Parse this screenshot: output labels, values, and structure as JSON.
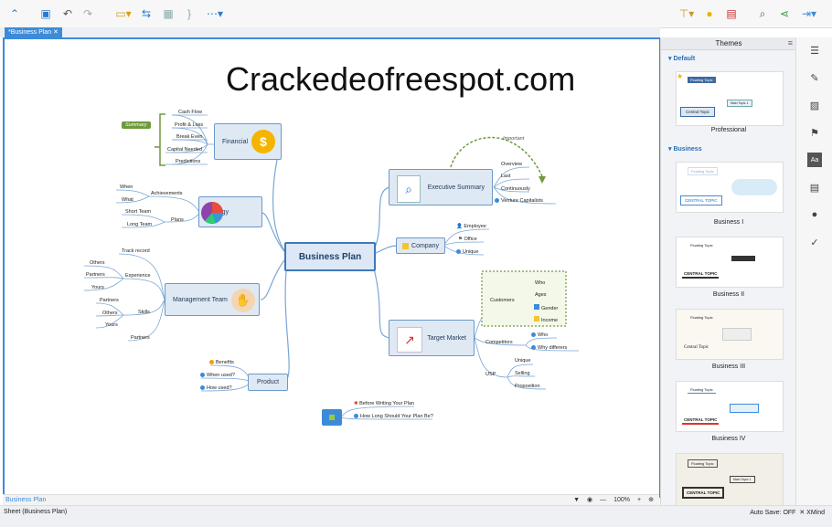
{
  "toolbar": {
    "icons": [
      "logo-icon",
      "save-icon",
      "undo-icon",
      "redo-icon",
      "insert-topic-icon",
      "relationship-icon",
      "image-icon",
      "summary-icon",
      "more-icon",
      "layout-icon",
      "idea-icon",
      "present-icon",
      "search-icon",
      "share-icon",
      "export-icon"
    ]
  },
  "tab": {
    "label": "*Business Plan"
  },
  "watermark": "Crackedeofreespot.com",
  "map": {
    "central": "Business Plan",
    "financial": {
      "label": "Financial",
      "items": [
        "Cash Flow",
        "Profit & Loss",
        "Break Even",
        "Capital Needed",
        "Predictions"
      ],
      "summary": "Summary"
    },
    "strategy": {
      "label": "Strategy",
      "achievements": "Achievements",
      "plans": "Plans",
      "a_items": [
        "When",
        "What"
      ],
      "p_items": [
        "Short Team",
        "Long Team"
      ]
    },
    "management": {
      "label": "Management Team",
      "track": "Track record",
      "experience": "Experience",
      "skills": "Skills",
      "partners": "Partners",
      "exp_items": [
        "Others",
        "Partners",
        "Yours"
      ],
      "skill_items": [
        "Partners",
        "Others",
        "Yours"
      ]
    },
    "product": {
      "label": "Product",
      "items": [
        "Benefits",
        "When used?",
        "How used?"
      ]
    },
    "executive": {
      "label": "Executive Summary",
      "items": [
        "Overview",
        "Last",
        "Continuously",
        "Venture Capitalists"
      ],
      "relation": "Important"
    },
    "company": {
      "label": "Company",
      "items": [
        "Employee",
        "Office",
        "Unique"
      ]
    },
    "target": {
      "label": "Target Market",
      "customers": "Customers",
      "competitors": "Competitors",
      "usp": "USP",
      "cust_items": [
        "Who",
        "Ages",
        "Gender",
        "Income"
      ],
      "comp_items": [
        "Who",
        "Why differers"
      ],
      "usp_items": [
        "Unique",
        "Selling",
        "Proposition"
      ]
    },
    "floating": {
      "items": [
        "Before Writing Your Plan",
        "How Long Should Your Plan Be?"
      ]
    }
  },
  "bottom": {
    "sheet": "Business Plan",
    "zoom": "100%"
  },
  "status": {
    "left": "Sheet (Business Plan)",
    "autosave": "Auto Save: OFF",
    "brand": "XMind"
  },
  "themes": {
    "title": "Themes",
    "default_section": "Default",
    "business_section": "Business",
    "cards": [
      "Professional",
      "Business I",
      "Business II",
      "Business III",
      "Business IV"
    ],
    "preview_texts": {
      "floating": "Floating Topic",
      "central": "Central Topic",
      "central_upper": "CENTRAL TOPIC",
      "main": "Main Topic 1"
    }
  },
  "colors": {
    "accent": "#3d8bd8",
    "node_fill": "#dfe9f4",
    "summary": "#6e9a3c"
  }
}
